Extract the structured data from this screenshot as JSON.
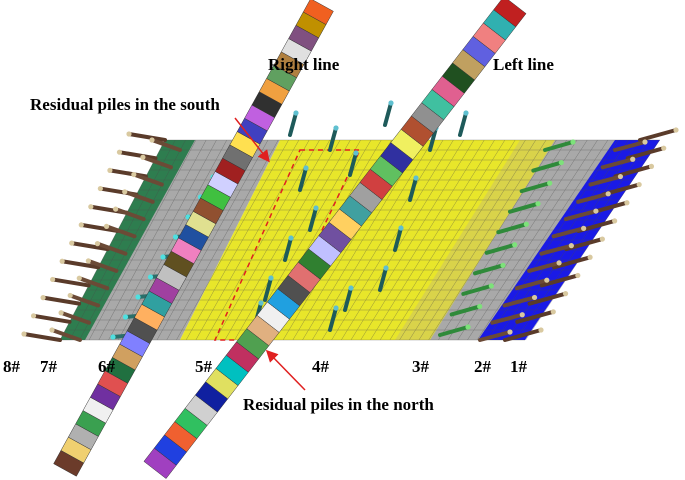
{
  "labels": {
    "right_line": "Right line",
    "left_line": "Left line",
    "residual_south": "Residual piles in the south",
    "residual_north": "Residual piles in the north"
  },
  "strips": [
    {
      "id": "8#",
      "color": "#2e7d4f"
    },
    {
      "id": "7#",
      "color": "#a9a9a9"
    },
    {
      "id": "6#",
      "color": "#a9a9a9"
    },
    {
      "id": "5#",
      "color": "#e8e62a"
    },
    {
      "id": "4#",
      "color": "#e8e62a"
    },
    {
      "id": "3#",
      "color": "#e8e62a"
    },
    {
      "id": "2#",
      "color": "#a9a9a9"
    },
    {
      "id": "1#",
      "color": "#1a1ae6"
    }
  ],
  "colors": {
    "annotation_arrow": "#e02020",
    "pile_body": "#5a3b2a",
    "pile_top": "#d9c9a0",
    "mesh_line": "#4a4a4a"
  }
}
